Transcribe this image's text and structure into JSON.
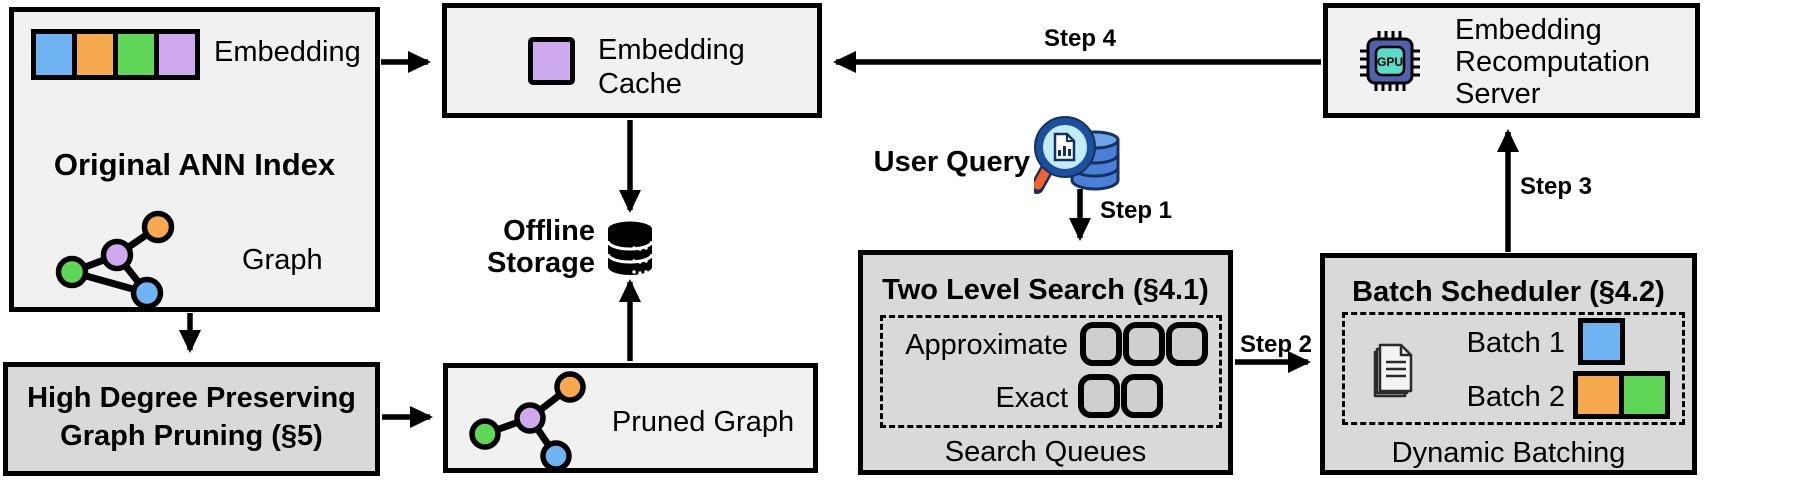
{
  "colors": {
    "blue": "#6FB4F2",
    "orange": "#F7A94E",
    "green": "#5FD657",
    "purple": "#CFA9F0",
    "box_light": "#F1F1F1",
    "box_gray": "#D9D9D9",
    "gpu_body": "#4E63AC",
    "gpu_core": "#5BDCC9",
    "query_db": "#4A80D8",
    "query_db_top": "#6FA3E8",
    "query_db_dark": "#17315E",
    "query_lens": "#C2ECF8",
    "query_rim": "#1C4F9E",
    "query_handle": "#F2622E"
  },
  "ann_index": {
    "title": "Original ANN Index",
    "embedding_label": "Embedding",
    "graph_label": "Graph"
  },
  "graph_pruning": {
    "lines": [
      "High Degree Preserving",
      "Graph Pruning (§5)"
    ]
  },
  "embedding_cache": {
    "lines": [
      "Embedding",
      "Cache"
    ]
  },
  "offline_storage": {
    "lines": [
      "Offline",
      "Storage"
    ]
  },
  "pruned_graph": {
    "label": "Pruned Graph"
  },
  "user_query": {
    "label": "User Query"
  },
  "two_level_search": {
    "title": "Two Level Search (§4.1)",
    "rows": [
      {
        "label": "Approximate",
        "queues": 3
      },
      {
        "label": "Exact",
        "queues": 2
      }
    ],
    "footer": "Search Queues"
  },
  "batch_scheduler": {
    "title": "Batch Scheduler (§4.2)",
    "batches": [
      {
        "label": "Batch 1",
        "colors": [
          "blue"
        ]
      },
      {
        "label": "Batch 2",
        "colors": [
          "orange",
          "green"
        ]
      }
    ],
    "footer": "Dynamic Batching"
  },
  "recomputation_server": {
    "lines": [
      "Embedding",
      "Recomputation",
      "Server"
    ],
    "chip_label": "GPU"
  },
  "steps": {
    "step1": "Step 1",
    "step2": "Step 2",
    "step3": "Step 3",
    "step4": "Step 4"
  }
}
